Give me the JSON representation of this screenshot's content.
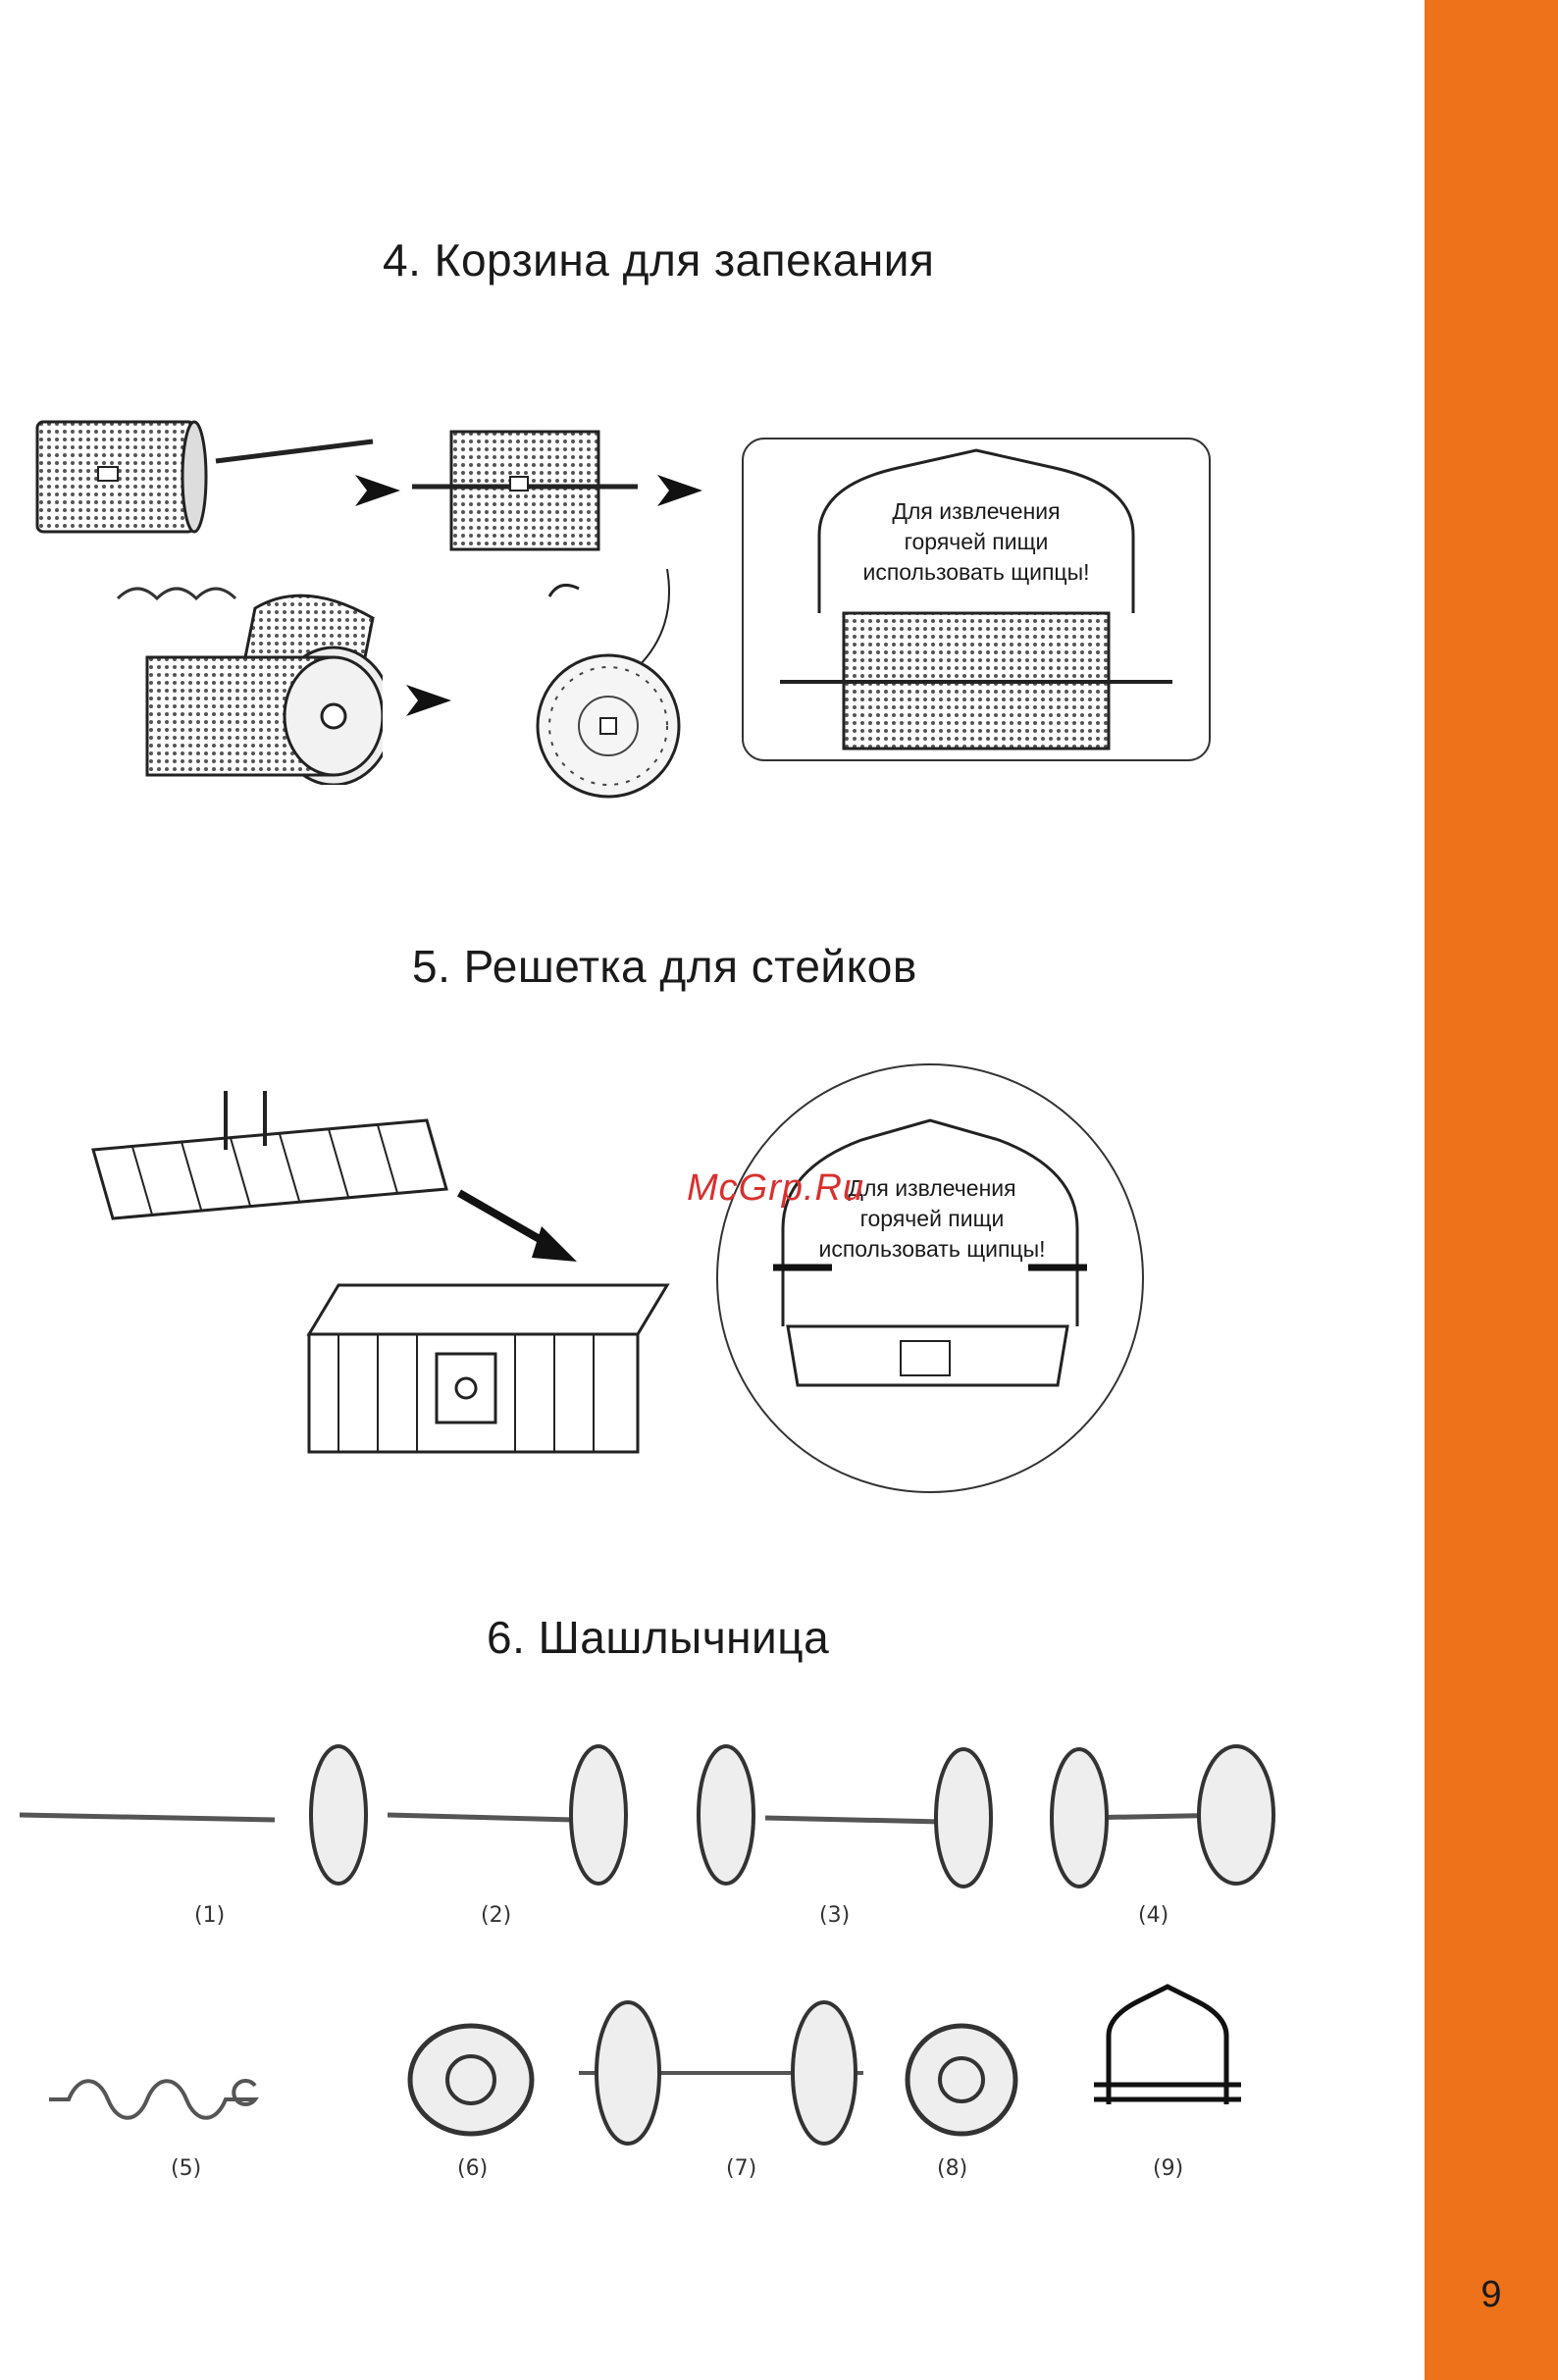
{
  "page": {
    "number": "9",
    "watermark": "McGrp.Ru"
  },
  "sections": [
    {
      "title": "4. Корзина для запекания",
      "callout": [
        "Для извлечения",
        "горячей пищи",
        "использовать щипцы!"
      ]
    },
    {
      "title": "5. Решетка для стейков",
      "callout": [
        "Для извлечения",
        "горячей пищи",
        "использовать щипцы!"
      ]
    },
    {
      "title": "6. Шашлычница",
      "steps": [
        "(1)",
        "(2)",
        "(3)",
        "(4)",
        "(5)",
        "(6)",
        "(7)",
        "(8)",
        "(9)"
      ]
    }
  ],
  "colors": {
    "accent": "#ee7219",
    "watermark": "#d9302f"
  }
}
